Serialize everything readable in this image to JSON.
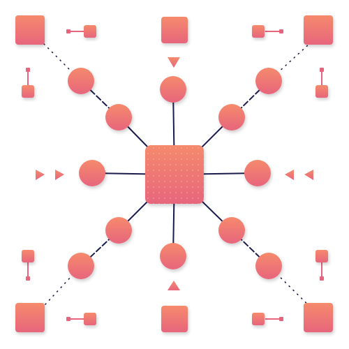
{
  "diagram": {
    "colors": {
      "background": "#ffffff",
      "line": "#1b1b4f",
      "gradient_top": "#f58a6c",
      "gradient_bottom": "#e7657c",
      "dot_texture": "#f8b3a6"
    },
    "nodes": {
      "hub": "rounded-square",
      "inner_ring": "circle",
      "outer_ring": "circle",
      "corners": "rounded-square",
      "edge_markers": "triangle",
      "small_connectors": "square-with-stub"
    }
  }
}
